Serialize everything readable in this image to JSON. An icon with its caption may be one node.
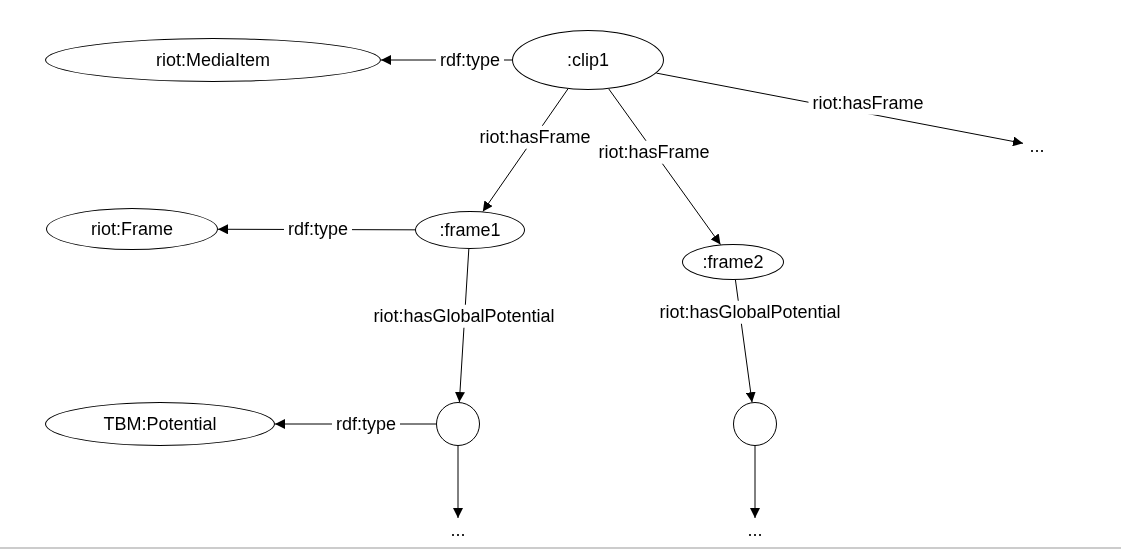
{
  "diagram": {
    "nodes": [
      {
        "text": [
          "riot:MediaItem"
        ]
      },
      {
        "text": [
          ":clip1"
        ]
      },
      {
        "text": [
          "..."
        ]
      },
      {
        "text": [
          "riot:Frame"
        ]
      },
      {
        "text": [
          ":frame1"
        ]
      },
      {
        "text": [
          ":frame2"
        ]
      },
      {
        "text": [
          "TBM:Potential"
        ]
      },
      {
        "text": [],
        "shape": "circle"
      },
      {
        "text": [],
        "shape": "circle"
      },
      {
        "text": [
          "..."
        ]
      },
      {
        "text": [
          "..."
        ]
      }
    ],
    "edges": [
      {
        "from": 1,
        "to": 0,
        "arrow": "to",
        "label": "rdf:type"
      },
      {
        "from": 1,
        "to": 2,
        "arrow": "to",
        "label": "riot:hasFrame"
      },
      {
        "from": 1,
        "to": 4,
        "arrow": "to",
        "label": "riot:hasFrame"
      },
      {
        "from": 1,
        "to": 5,
        "arrow": "to",
        "label": "riot:hasFrame"
      },
      {
        "from": 4,
        "to": 3,
        "arrow": "to",
        "label": "rdf:type"
      },
      {
        "from": 4,
        "to": 7,
        "arrow": "to",
        "label": "riot:hasGlobalPotential"
      },
      {
        "from": 5,
        "to": 8,
        "arrow": "to",
        "label": "riot:hasGlobalPotential"
      },
      {
        "from": 7,
        "to": 6,
        "arrow": "to",
        "label": "rdf:type"
      },
      {
        "from": 7,
        "to": 9,
        "arrow": "to"
      },
      {
        "from": 8,
        "to": 10,
        "arrow": "to"
      }
    ]
  }
}
